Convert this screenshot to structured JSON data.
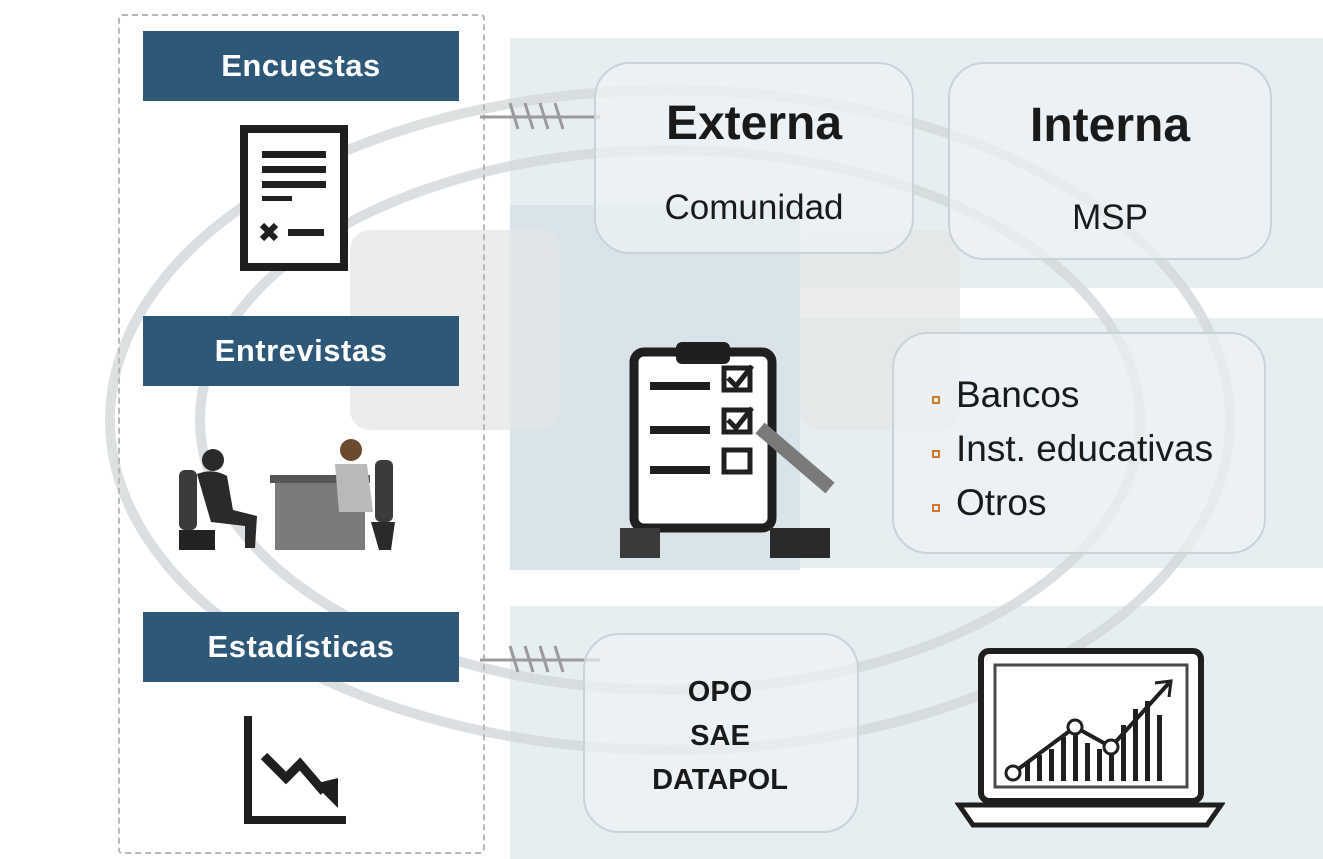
{
  "categories": {
    "encuestas": "Encuestas",
    "entrevistas": "Entrevistas",
    "estadisticas": "Estadísticas"
  },
  "survey_types": {
    "external_title": "Externa",
    "external_sub": "Comunidad",
    "internal_title": "Interna",
    "internal_sub": "MSP"
  },
  "interview_targets": [
    "Bancos",
    "Inst. educativas",
    "Otros"
  ],
  "statistics_sources": [
    "OPO",
    "SAE",
    "DATAPOL"
  ],
  "colors": {
    "label_bg": "#2d5878",
    "panel_bg": "#e6eef2",
    "bullet": "#d07a2e"
  }
}
